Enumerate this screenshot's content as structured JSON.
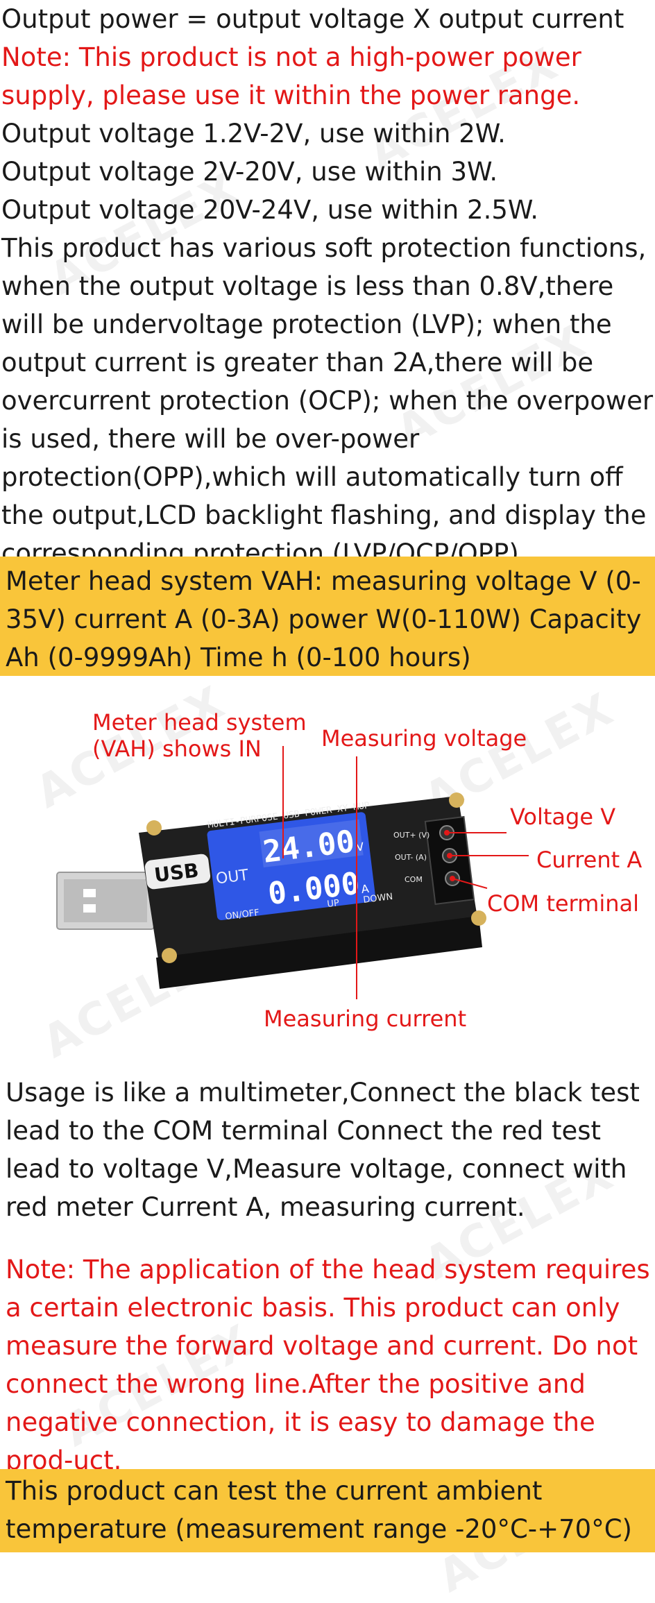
{
  "intro": {
    "line1": "Output power = output voltage X output current",
    "note": "Note: This product is not a high-power power supply, please use it within the power range.",
    "ranges": [
      "Output voltage 1.2V-2V, use within 2W.",
      "Output voltage 2V-20V, use within 3W.",
      "Output voltage 20V-24V, use within 2.5W."
    ],
    "protection": "This product has various soft protection functions, when the output voltage is less than 0.8V,there will be undervoltage protection (LVP); when the output current is greater than 2A,there will be overcurrent protection (OCP); when the overpower is used, there will be over-power protection(OPP),which will automatically turn off the output,LCD backlight flashing, and display the corresponding protection (LVP/OCP/OPP)."
  },
  "meter_band": "Meter head system VAH: measuring voltage V (0-35V) current A (0-3A) power W(0-110W) Capacity Ah (0-9999Ah) Time h (0-100 hours)",
  "diagram": {
    "label_vah_1": "Meter head system",
    "label_vah_2": "(VAH) shows IN",
    "label_measuring_voltage": "Measuring voltage",
    "label_voltage_v": "Voltage V",
    "label_current_a": "Current A",
    "label_com": "COM terminal",
    "label_measuring_current": "Measuring current",
    "device": {
      "board_title": "MULTI-PURPOSE USB POWER XY-MUP",
      "usb_logo": "USB",
      "lcd_out": "OUT",
      "lcd_voltage": "24.00",
      "lcd_voltage_unit": "V",
      "lcd_current": "0.000",
      "lcd_current_unit": "A",
      "terminal_v": "OUT+ (V)",
      "terminal_a": "OUT- (A)",
      "terminal_com": "COM",
      "btn_onoff": "ON/OFF",
      "btn_up": "UP",
      "btn_down": "DOWN"
    }
  },
  "usage": "Usage is like a multimeter,Connect the black test lead to the COM terminal Connect the red test lead to voltage V,Measure voltage, connect with red meter Current A, measuring current.",
  "note2": "Note: The application of the head system requires a certain electronic basis. This product can only measure the forward voltage and current. Do not connect the wrong line.After the positive and negative connection, it is easy to damage the prod-uct.",
  "temp_band": "This product can test the current ambient temperature (measurement range -20°C-+70°C)",
  "watermark": "ACELEX",
  "colors": {
    "note_red": "#e31818",
    "band_yellow": "#f9c53a",
    "lcd_blue": "#2f57e6"
  }
}
